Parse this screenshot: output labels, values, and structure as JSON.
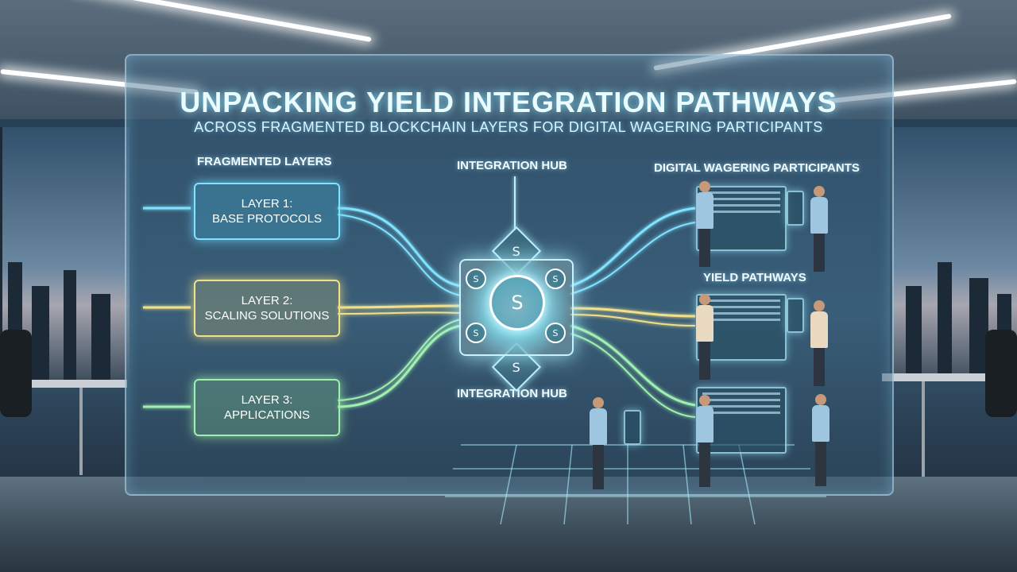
{
  "title": "UNPACKING YIELD INTEGRATION PATHWAYS",
  "subtitle": "ACROSS FRAGMENTED BLOCKCHAIN LAYERS FOR DIGITAL WAGERING PARTICIPANTS",
  "sections": {
    "left": "FRAGMENTED LAYERS",
    "center_top": "INTEGRATION HUB",
    "center_bottom": "INTEGRATION HUB",
    "right": "DIGITAL WAGERING PARTICIPANTS",
    "right_middle": "YIELD PATHWAYS"
  },
  "layers": [
    {
      "title": "LAYER 1:",
      "subtitle": "BASE PROTOCOLS"
    },
    {
      "title": "LAYER 2:",
      "subtitle": "SCALING SOLUTIONS"
    },
    {
      "title": "LAYER 3:",
      "subtitle": "APPLICATIONS"
    }
  ],
  "hub_symbol": "S",
  "colors": {
    "layer1": "#7fe3ff",
    "layer2": "#f1e08a",
    "layer3": "#9ff0b0",
    "glow": "#bdf0ff"
  }
}
